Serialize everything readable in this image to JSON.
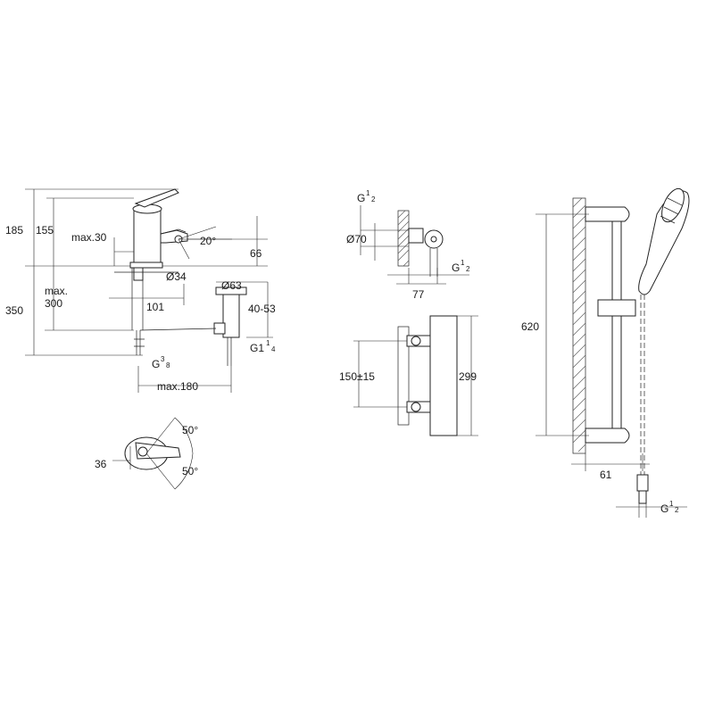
{
  "basin_mixer": {
    "height_total": "185",
    "height_spout": "155",
    "reach_min": "max.30",
    "angle": "20°",
    "spout_height": "66",
    "base_diameter": "Ø34",
    "pop_up_diameter": "Ø63",
    "pop_up_range": "40-53",
    "spout_reach": "101",
    "overall_height": "350",
    "max_label": "max.",
    "max_value": "300",
    "connection_g": "G",
    "connection_sup": "3",
    "connection_sub": "8",
    "drain_g": "G1",
    "drain_sup": "1",
    "drain_sub": "4",
    "max_180": "max.180"
  },
  "lever_view": {
    "angle_top": "50°",
    "angle_bottom": "50°",
    "width": "36"
  },
  "shower_thermostat": {
    "inlet_g": "G",
    "inlet_sup": "1",
    "inlet_sub": "2",
    "diameter": "Ø70",
    "outlet_g": "G",
    "outlet_sup": "1",
    "outlet_sub": "2",
    "depth": "77",
    "centres": "150±15",
    "height": "299"
  },
  "shower_rail": {
    "rail_length": "620",
    "wall_offset": "61",
    "hose_g": "G",
    "hose_sup": "1",
    "hose_sub": "2"
  }
}
